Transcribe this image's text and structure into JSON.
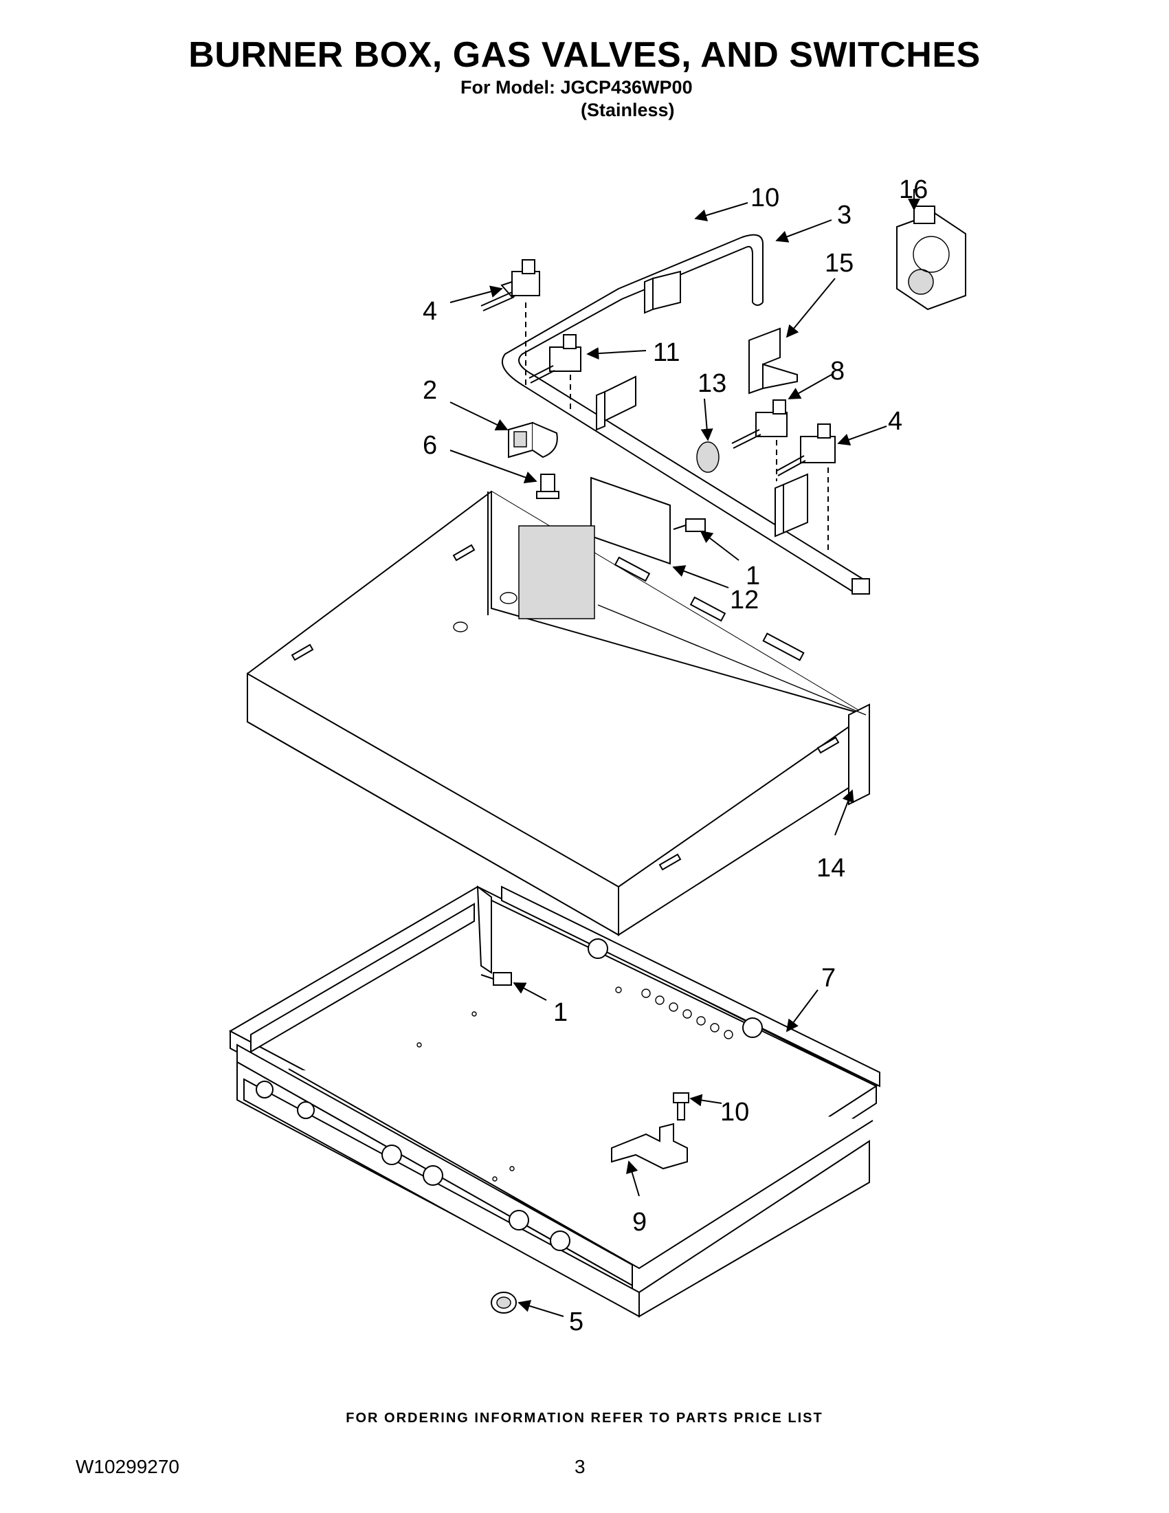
{
  "header": {
    "title": "BURNER BOX, GAS VALVES, AND SWITCHES",
    "model_line": "For Model: JGCP436WP00",
    "finish_line": "(Stainless)"
  },
  "callouts": {
    "c10_top": "10",
    "c3": "3",
    "c16": "16",
    "c15": "15",
    "c4_left": "4",
    "c11": "11",
    "c13": "13",
    "c8": "8",
    "c2": "2",
    "c4_right": "4",
    "c6": "6",
    "c1_top": "1",
    "c12": "12",
    "c14": "14",
    "c7": "7",
    "c1_bottom": "1",
    "c10_bottom": "10",
    "c9": "9",
    "c5": "5"
  },
  "footer": {
    "ordering_note": "FOR ORDERING INFORMATION REFER TO PARTS PRICE LIST",
    "doc_number": "W10299270",
    "page_number": "3"
  }
}
